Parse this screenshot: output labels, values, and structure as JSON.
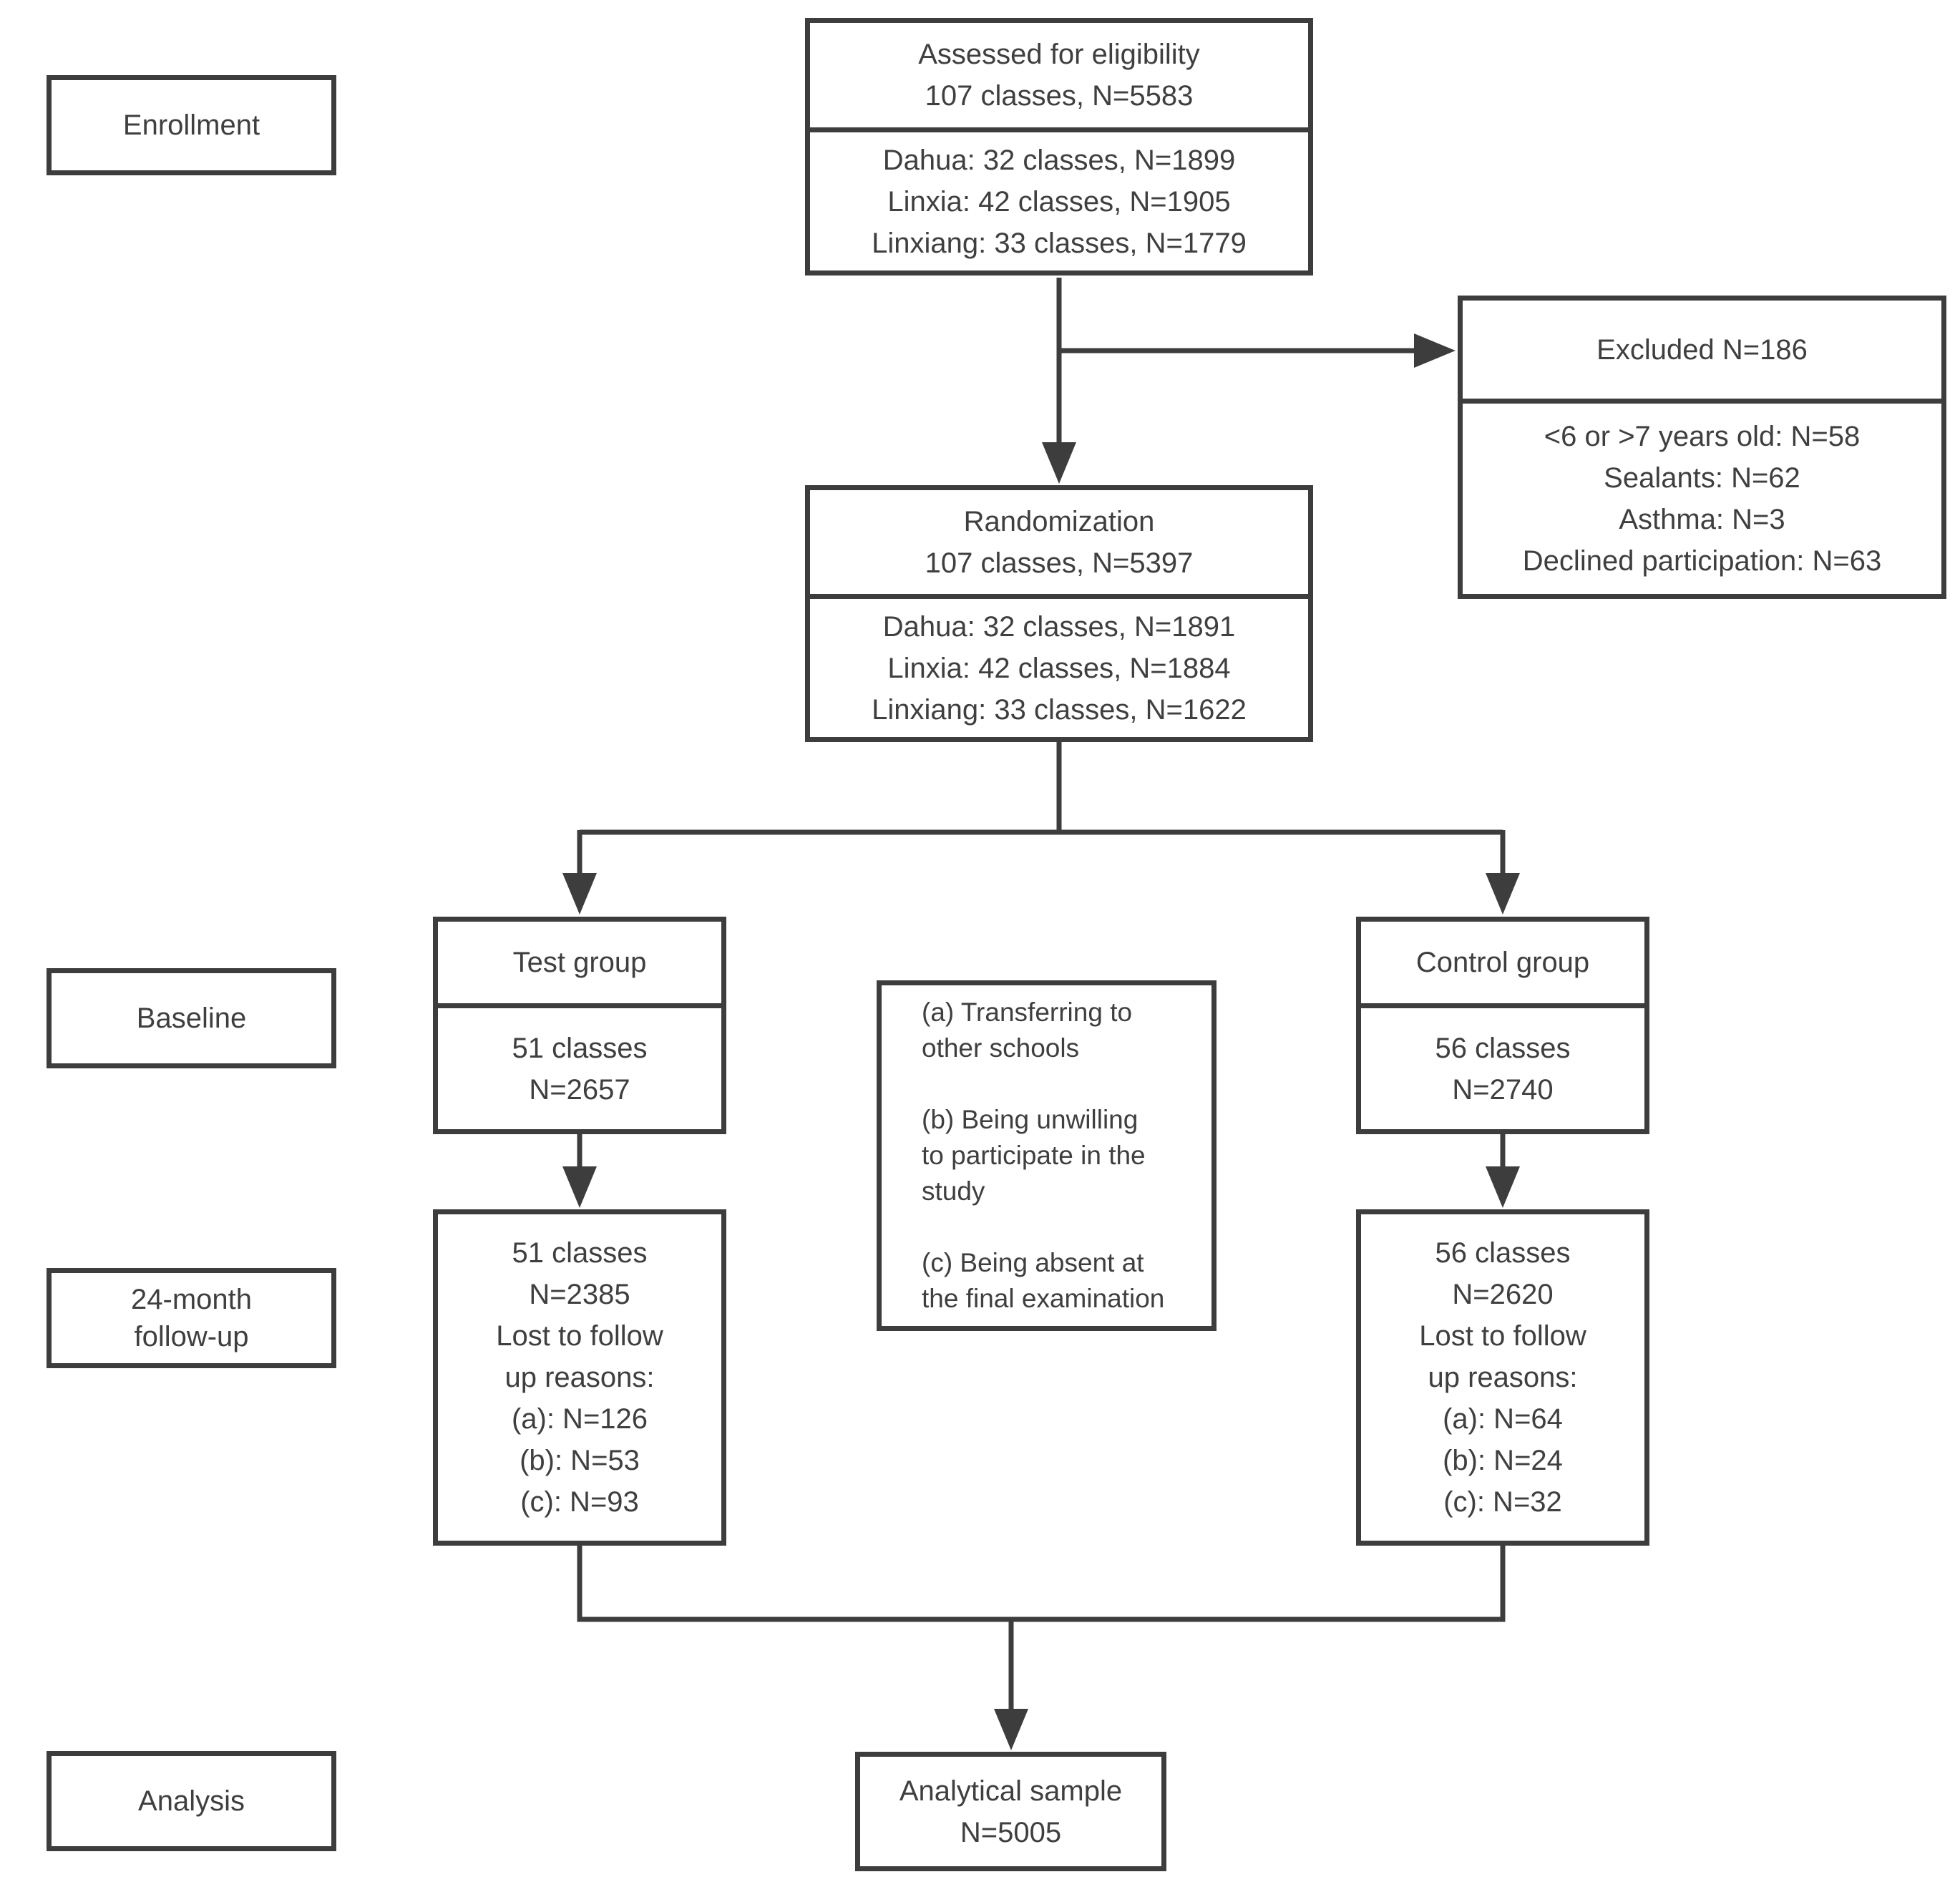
{
  "colors": {
    "line": "#3d3d3d",
    "text": "#3f3f3f",
    "background": "#ffffff"
  },
  "stages": {
    "enrollment": "Enrollment",
    "baseline": "Baseline",
    "followup": "24-month\nfollow-up",
    "analysis": "Analysis"
  },
  "boxes": {
    "assessed": {
      "title": "Assessed for eligibility\n107 classes, N=5583",
      "detail": "Dahua: 32 classes, N=1899\nLinxia:  42 classes, N=1905\nLinxiang: 33 classes, N=1779"
    },
    "excluded": {
      "title": "Excluded N=186",
      "detail": "<6 or >7 years old: N=58\nSealants: N=62\nAsthma:  N=3\nDeclined participation: N=63"
    },
    "randomization": {
      "title": "Randomization\n107 classes, N=5397",
      "detail": "Dahua: 32 classes, N=1891\nLinxia:  42 classes, N=1884\nLinxiang: 33 classes, N=1622"
    },
    "test_group": {
      "title": "Test group",
      "detail": "51 classes\nN=2657"
    },
    "control_group": {
      "title": "Control group",
      "detail": "56 classes\nN=2740"
    },
    "loss_reasons": {
      "text": "(a) Transferring to\nother schools\n\n(b) Being unwilling\nto participate in the\nstudy\n\n(c) Being absent at\nthe final examination"
    },
    "test_followup": {
      "text": "51 classes\nN=2385\nLost to follow\nup reasons:\n(a): N=126\n(b): N=53\n(c): N=93"
    },
    "control_followup": {
      "text": "56 classes\nN=2620\nLost to follow\nup reasons:\n(a): N=64\n(b): N=24\n(c): N=32"
    },
    "analytical_sample": {
      "text": "Analytical sample\nN=5005"
    }
  }
}
